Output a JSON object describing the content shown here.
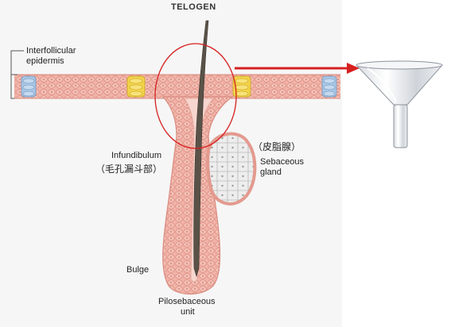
{
  "title": "TELOGEN",
  "labels": {
    "interfollicular_line1": "Interfollicular",
    "interfollicular_line2": "epidermis",
    "infundibulum": "Infundibulum",
    "infundibulum_cn": "（毛孔漏斗部）",
    "sebaceous_cn": "（皮脂腺）",
    "sebaceous_line1": "Sebaceous",
    "sebaceous_line2": "gland",
    "bulge": "Bulge",
    "pilosebaceous_line1": "Pilosebaceous",
    "pilosebaceous_line2": "unit"
  },
  "colors": {
    "epidermis_cell": "#f2b3a8",
    "epidermis_outline": "#d98c80",
    "sebaceous_cell": "#e8e8e8",
    "yellow_cell": "#f3d34a",
    "blue_cell": "#a9c7e6",
    "hair_shaft": "#5a5248",
    "highlight": "#d62020",
    "dermis_bg": "#f6f6f6"
  },
  "icons": {
    "funnel": "glass-funnel-icon",
    "arrow": "red-arrow-icon"
  }
}
